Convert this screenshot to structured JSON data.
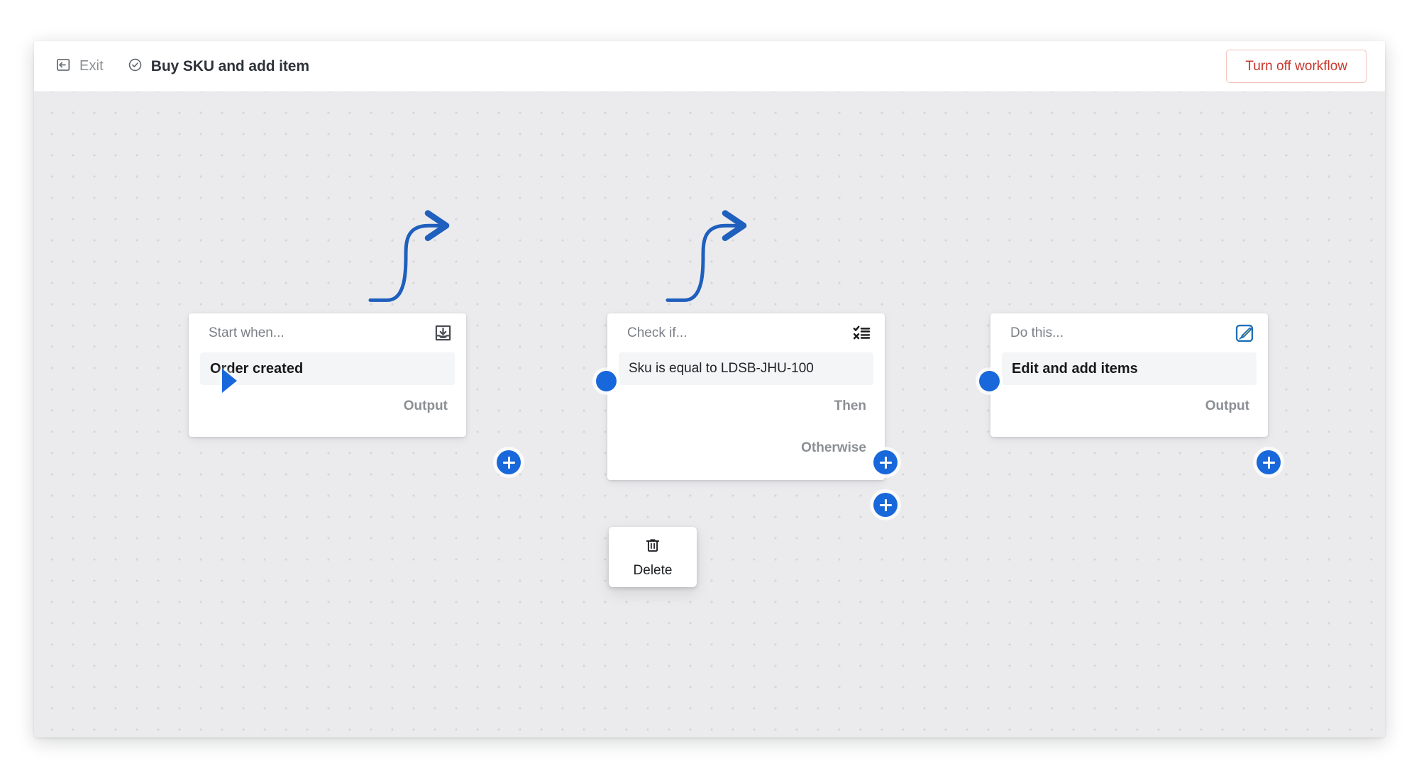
{
  "window": {
    "topbar": {
      "exit": {
        "label": "Exit",
        "icon": "exit-arrow-icon"
      },
      "status_icon": "check-circle-icon",
      "title": "Buy SKU and add item",
      "primary_action": {
        "label": "Turn off workflow",
        "color": "#c9372c"
      }
    }
  },
  "canvas": {
    "background_color": "#ebebed",
    "grid": "dot-grid",
    "accent_color": "#1868db"
  },
  "nodes": [
    {
      "id": "trigger",
      "head_label": "Start when...",
      "head_icon": "inbox-download-icon",
      "chip_text": "Order created",
      "chip_style": "strong",
      "ports": [
        {
          "label": "Output",
          "type": "plus"
        }
      ],
      "start_marker": true
    },
    {
      "id": "condition",
      "head_label": "Check if...",
      "head_icon": "checklist-icon",
      "chip_text": "Sku is equal to LDSB-JHU-100",
      "chip_style": "normal",
      "ports": [
        {
          "label": "Then",
          "type": "plus"
        },
        {
          "label": "Otherwise",
          "type": "plus"
        }
      ],
      "input_dot": true
    },
    {
      "id": "action",
      "head_label": "Do this...",
      "head_icon": "edit-pencil-icon",
      "chip_text": "Edit and add items",
      "chip_style": "strong",
      "ports": [
        {
          "label": "Output",
          "type": "plus"
        }
      ],
      "input_dot": true
    }
  ],
  "context_menu": {
    "items": [
      {
        "label": "Delete",
        "icon": "trash-icon"
      }
    ]
  }
}
